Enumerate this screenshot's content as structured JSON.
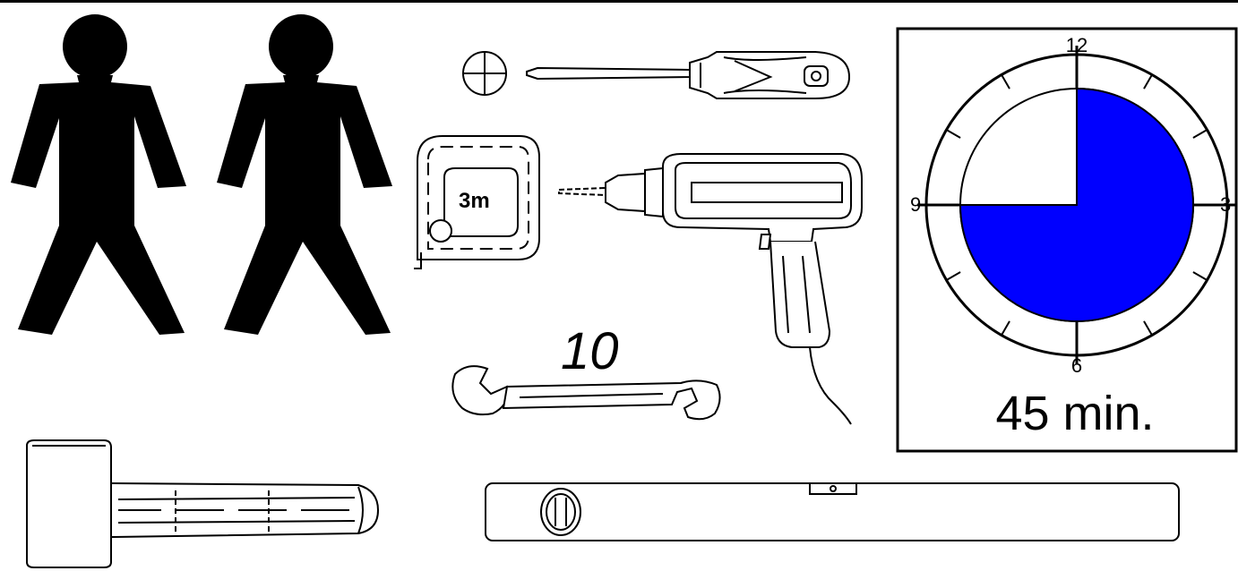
{
  "tools": {
    "tape_measure_label": "3m",
    "wrench_size": "10"
  },
  "clock": {
    "numbers": {
      "top": "12",
      "right": "3",
      "bottom": "6",
      "left": "9"
    },
    "duration_label": "45 min.",
    "duration_minutes": 45,
    "fill_color": "#0000ff"
  },
  "people_count": 2
}
